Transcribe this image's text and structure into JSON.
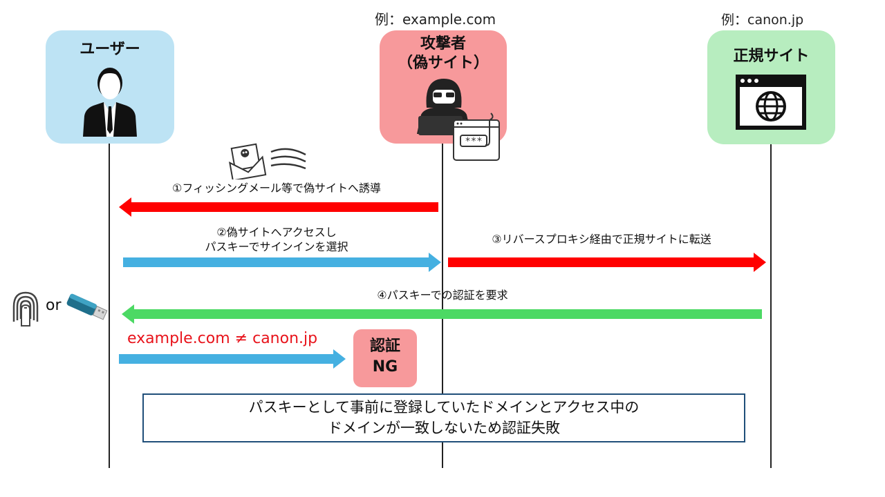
{
  "actors": {
    "user": {
      "title": "ユーザー"
    },
    "attacker": {
      "title_line1": "攻撃者",
      "title_line2": "（偽サイト）",
      "example": "例：example.com"
    },
    "legit": {
      "title": "正規サイト",
      "example": "例：canon.jp"
    }
  },
  "steps": {
    "step1": "①フィッシングメール等で偽サイトへ誘導",
    "step2_line1": "②偽サイトへアクセスし",
    "step2_line2": "パスキーでサインインを選択",
    "step3": "③リバースプロキシ経由で正規サイトに転送",
    "step4": "④パスキーでの認証を要求",
    "mismatch": "example.com ≠ canon.jp"
  },
  "authenticator": {
    "or_label": "or"
  },
  "result": {
    "ng_line1": "認証",
    "ng_line2": "NG"
  },
  "note": {
    "line1": "パスキーとして事前に登録していたドメインとアクセス中の",
    "line2": "ドメインが一致しないため認証失敗"
  },
  "colors": {
    "user_box": "#bde3f4",
    "attacker_box": "#f7999b",
    "legit_box": "#b7edbf",
    "red_arrow": "#ff0000",
    "blue_arrow": "#45b0e1",
    "green_arrow": "#4cd964",
    "mismatch_text": "#e8131b"
  },
  "icons": {
    "user": "businessman-icon",
    "attacker": "hacker-icon",
    "legit": "globe-window-icon",
    "phishing": "phishing-mail-icon",
    "fingerprint": "fingerprint-icon",
    "security_key": "usb-security-key-icon"
  }
}
